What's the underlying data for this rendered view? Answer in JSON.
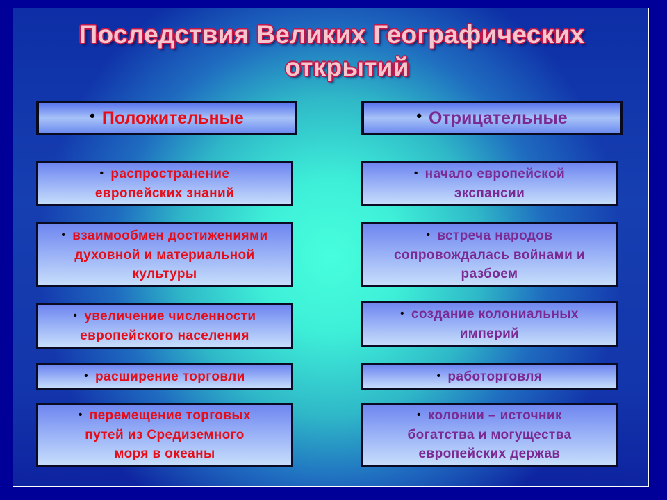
{
  "slide": {
    "title_line1": "Последствия Великих Географических",
    "title_line2": "открытий",
    "colors": {
      "outer_background": "#000099",
      "title_fill": "#f6c6cf",
      "title_outline": "#c2174a",
      "positive_text": "#e60d18",
      "negative_text": "#7a2a92",
      "center_glow": "#46ffdc"
    }
  },
  "bullet_glyph": "•",
  "positive": {
    "header": "Положительные",
    "items": [
      {
        "lines": [
          "распространение",
          "европейских знаний"
        ]
      },
      {
        "lines": [
          "взаимообмен достижениями",
          "духовной и материальной",
          "культуры"
        ]
      },
      {
        "lines": [
          "увеличение численности",
          "европейского населения"
        ]
      },
      {
        "lines": [
          "расширение торговли"
        ]
      },
      {
        "lines": [
          "перемещение торговых",
          "путей из Средиземного",
          "моря в океаны"
        ]
      }
    ]
  },
  "negative": {
    "header": "Отрицательные",
    "items": [
      {
        "lines": [
          "начало европейской",
          "экспансии"
        ]
      },
      {
        "lines": [
          "встреча народов",
          "сопровождалась войнами и",
          "разбоем"
        ]
      },
      {
        "lines": [
          "создание колониальных",
          "империй"
        ]
      },
      {
        "lines": [
          "работорговля"
        ]
      },
      {
        "lines": [
          "колонии – источник",
          "богатства и могущества",
          "европейских держав"
        ]
      }
    ]
  }
}
